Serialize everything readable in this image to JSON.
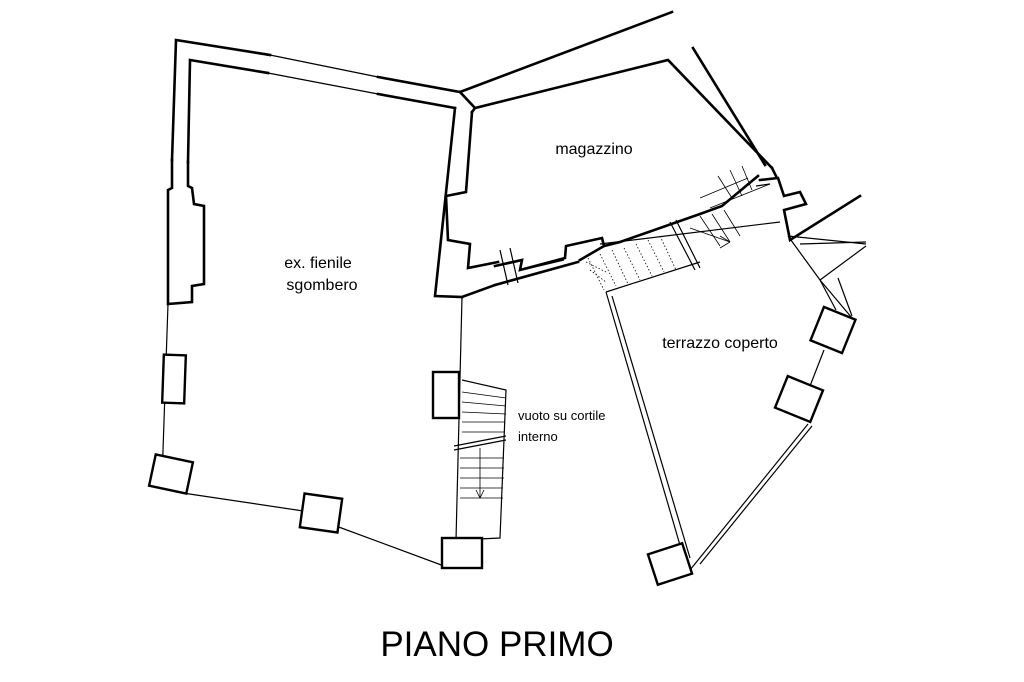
{
  "title": "PIANO PRIMO",
  "rooms": {
    "fienile_line1": "ex. fienile",
    "fienile_line2": "sgombero",
    "magazzino": "magazzino",
    "terrazzo": "terrazzo coperto",
    "vuoto_line1": "vuoto su cortile",
    "vuoto_line2": "interno"
  },
  "colors": {
    "line": "#000000",
    "background": "#ffffff"
  }
}
